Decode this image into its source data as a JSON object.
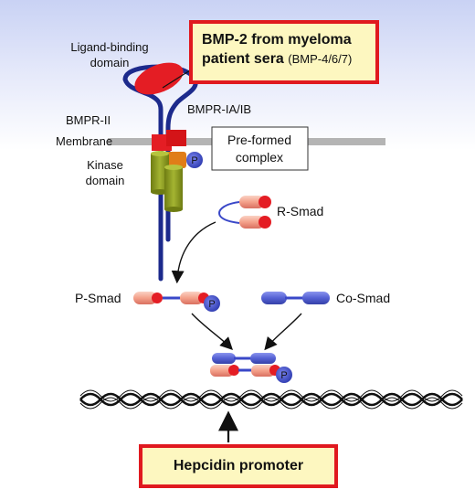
{
  "labels": {
    "ligand_binding_line1": "Ligand-binding",
    "ligand_binding_line2": "domain",
    "bmpr_ia_ib": "BMPR-IA/IB",
    "bmpr_ii": "BMPR-II",
    "membrane": "Membrane",
    "preformed_line1": "Pre-formed",
    "preformed_line2": "complex",
    "kinase_line1": "Kinase",
    "kinase_line2": "domain",
    "r_smad": "R-Smad",
    "p_smad": "P-Smad",
    "co_smad": "Co-Smad",
    "phospho": "P"
  },
  "callouts": {
    "bmp_line1": "BMP-2 from myeloma",
    "bmp_line2_bold": "patient sera",
    "bmp_line2_small": "(BMP-4/6/7)",
    "hepcidin": "Hepcidin promoter"
  },
  "colors": {
    "receptor_line": "#1c2a8c",
    "ligand": "#e41d24",
    "membrane": "#b4b4b4",
    "kinase_green": "#8a9a1e",
    "kinase_orange": "#e07d18",
    "phospho": "#4a56cc",
    "r_smad": "#f4a28c",
    "co_smad": "#5a66d8",
    "callout_fill": "#fdf7c0",
    "callout_border": "#e0191f"
  }
}
